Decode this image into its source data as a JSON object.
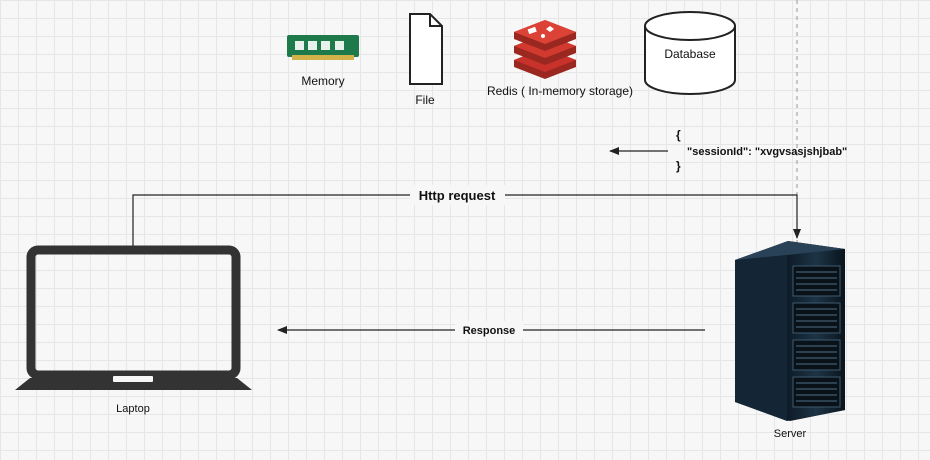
{
  "storage_options": [
    {
      "label": "Memory",
      "icon": "memory-chip-icon",
      "color": "#1e7a4a"
    },
    {
      "label": "File",
      "icon": "file-icon"
    },
    {
      "label": "Redis ( In-memory storage)",
      "icon": "redis-logo-icon",
      "color": "#c8322a"
    },
    {
      "label": "Database",
      "icon": "database-icon"
    }
  ],
  "session_payload": {
    "open_brace": "{",
    "line": "\"sessionId\": \"xvgvsasjshjbab\"",
    "close_brace": "}"
  },
  "http_request_label": "Http request",
  "response_label": "Response",
  "laptop_label": "Laptop",
  "server_label": "Server",
  "colors": {
    "line": "#222222",
    "grid": "#e6e6e6",
    "background": "#f7f7f7"
  }
}
